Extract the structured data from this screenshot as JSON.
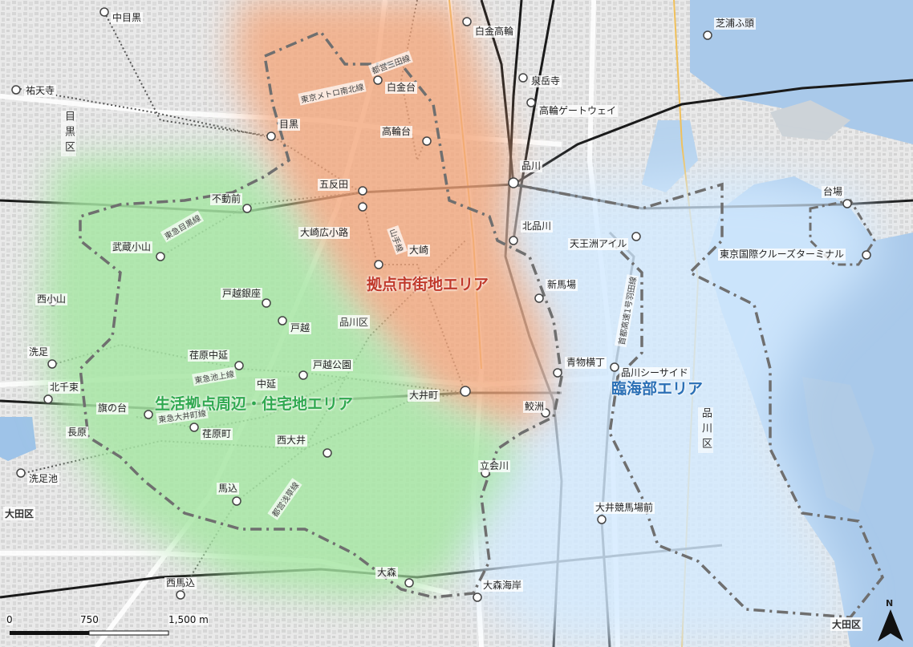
{
  "areas": {
    "hub": {
      "label": "拠点市街地エリア",
      "color": "#c0392b"
    },
    "residential": {
      "label": "生活拠点周辺・住宅地エリア",
      "color": "#2fa84f"
    },
    "waterfront": {
      "label": "臨海部エリア",
      "color": "#2a6fb5"
    }
  },
  "stations": {
    "nakameguro": "中目黒",
    "yutenji": "祐天寺",
    "meguro": "目黒",
    "shirokanetakanawa": "白金高輪",
    "shirokanedai": "白金台",
    "sengakuji": "泉岳寺",
    "takanawa_gateway": "高輪ゲートウェイ",
    "takanawadai": "高輪台",
    "shinagawa": "品川",
    "fudomae": "不動前",
    "gotanda": "五反田",
    "osakihirokoji": "大崎広小路",
    "osaki": "大崎",
    "kitashinagawa": "北品川",
    "tennozu_isle": "天王洲アイル",
    "musashikoyama": "武蔵小山",
    "nishikoyama": "西小山",
    "togoshiginza": "戸越銀座",
    "togoshi": "戸越",
    "shimbamba": "新馬場",
    "senzoku": "洗足",
    "ebaranakanobu": "荏原中延",
    "togoshikoen": "戸越公園",
    "nakanobu": "中延",
    "kitasenzoku": "北千束",
    "hatanodai": "旗の台",
    "ebaramachi": "荏原町",
    "oimachi": "大井町",
    "aomonoyokocho": "青物横丁",
    "samezu": "鮫洲",
    "shinagawa_seaside": "品川シーサイド",
    "nagahara": "長原",
    "nishioi": "西大井",
    "senzokuike": "洗足池",
    "magome": "馬込",
    "tachiaigawa": "立会川",
    "oikeibajomae": "大井競馬場前",
    "nishimagome": "西馬込",
    "omori": "大森",
    "omorikaigan": "大森海岸",
    "shibaurafuto": "芝浦ふ頭",
    "daiba": "台場",
    "cruise_terminal": "東京国際クルーズターミナル"
  },
  "wards": {
    "meguro": "目黒区",
    "shinagawa_center": "品川区",
    "shinagawa_east": "品川区",
    "ota_west": "大田区",
    "ota_east": "大田区"
  },
  "lines": {
    "namboku": "東京メトロ南北線",
    "mita": "都営三田線",
    "meguro_line": "東急目黒線",
    "ikegami_line": "東急池上線",
    "oimachi_line": "東急大井町線",
    "asakusa_line": "都営浅草線",
    "yamanote": "山手線"
  },
  "facilities": {
    "expressway": "首都高速1号羽田線"
  },
  "scale": {
    "ticks": [
      "0",
      "750",
      "1,500 m"
    ],
    "fractions": [
      0,
      0.5,
      1
    ]
  },
  "north": {
    "label": "N"
  }
}
